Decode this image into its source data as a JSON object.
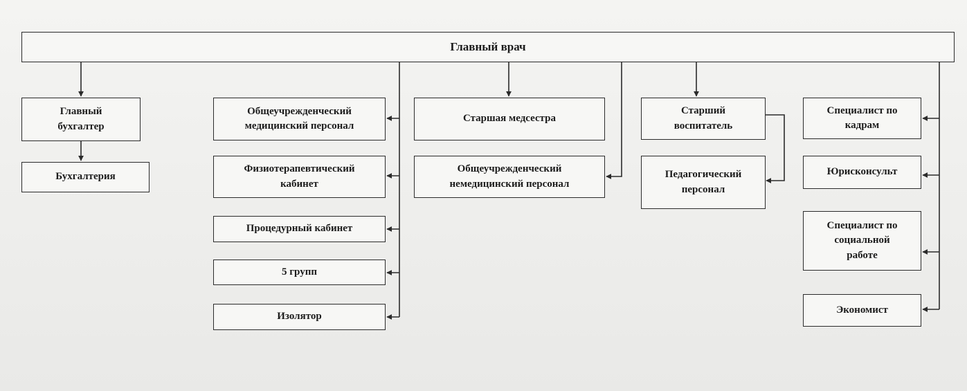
{
  "diagram": {
    "root": "Главный врач",
    "nodes": {
      "chief_accountant": "Главный\nбухгалтер",
      "accounting": "Бухгалтерия",
      "medical_staff": "Общеучрежденческий\nмедицинский персонал",
      "physio_room": "Физиотерапевтический\nкабинет",
      "procedure_room": "Процедурный кабинет",
      "groups": "5 групп",
      "isolator": "Изолятор",
      "head_nurse": "Старшая медсестра",
      "nonmedical_staff": "Общеучрежденческий\nнемедицинский персонал",
      "senior_educator": "Старший\nвоспитатель",
      "pedagogical_staff": "Педагогический\nперсонал",
      "hr_specialist": "Специалист по\nкадрам",
      "legal_counsel": "Юрисконсульт",
      "social_worker": "Специалист по\nсоциальной\nработе",
      "economist": "Экономист"
    }
  },
  "colors": {
    "line": "#2b2b2b",
    "box_fill": "#f7f7f5",
    "text": "#1c1c1c",
    "paper": "#eeeeec"
  }
}
